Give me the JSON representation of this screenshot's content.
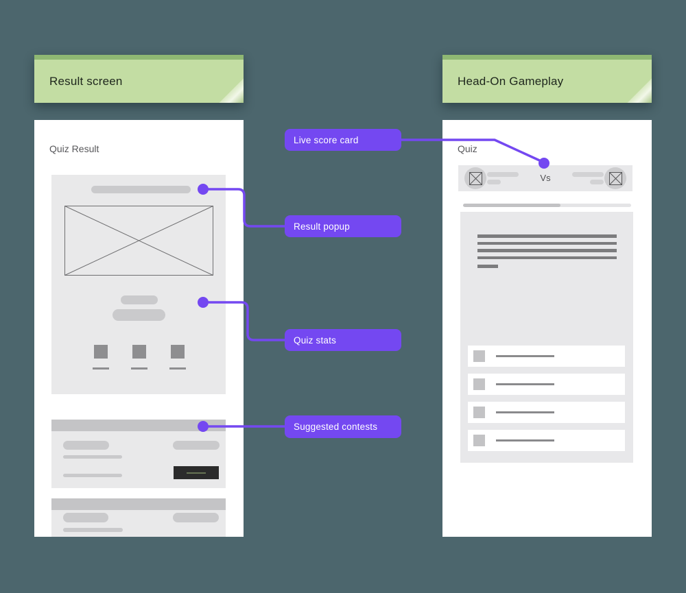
{
  "board": {
    "background": "#4c666d",
    "accent_purple": "#7448f1",
    "sticky_green": "#c3dda3",
    "sticky_green_dark": "#8fb873",
    "wireframe_gray": "#e9e9ea"
  },
  "stickies": {
    "left": "Result screen",
    "right": "Head-On Gameplay"
  },
  "left_phone": {
    "title": "Quiz Result"
  },
  "right_phone": {
    "title": "Quiz",
    "vs": "Vs"
  },
  "annotations": {
    "live_score": "Live score card",
    "result_popup": "Result popup",
    "quiz_stats": "Quiz stats",
    "suggested_contests": "Suggested contests"
  },
  "icons": {
    "image_placeholder": "crossed-box",
    "connector_dot": "filled-circle"
  }
}
